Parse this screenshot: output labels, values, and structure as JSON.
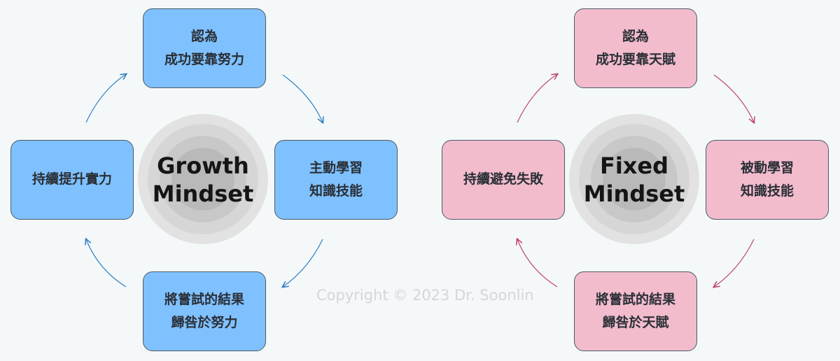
{
  "growth": {
    "center_line1": "Growth",
    "center_line2": "Mindset",
    "top_line1": "認為",
    "top_line2": "成功要靠努力",
    "right_line1": "主動學習",
    "right_line2": "知識技能",
    "bottom_line1": "將嘗試的結果",
    "bottom_line2": "歸咎於努力",
    "left_line1": "持續提升實力",
    "arrow_color": "#2f7fc2",
    "box_color": "#7fc1ff"
  },
  "fixed": {
    "center_line1": "Fixed",
    "center_line2": "Mindset",
    "top_line1": "認為",
    "top_line2": "成功要靠天賦",
    "right_line1": "被動學習",
    "right_line2": "知識技能",
    "bottom_line1": "將嘗試的結果",
    "bottom_line2": "歸咎於天賦",
    "left_line1": "持續避免失敗",
    "arrow_color": "#c0446d",
    "box_color": "#f2bccd"
  },
  "copyright": "Copyright © 2023 Dr. Soonlin"
}
